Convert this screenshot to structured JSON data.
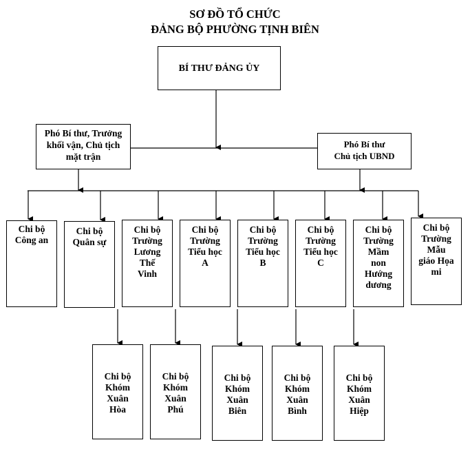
{
  "header": {
    "line1": "SƠ ĐỒ TỔ CHỨC",
    "line2": "ĐẢNG BỘ PHƯỜNG TỊNH BIÊN"
  },
  "nodes": {
    "secretary": "BÍ THƯ ĐẢNG ỦY",
    "deputy_left": "Phó Bí thư, Trưởng\nkhối vận, Chủ tịch\nmặt trận",
    "deputy_right": "Phó Bí thư\nChủ tịch UBND",
    "branches": [
      "Chi bộ\nCông an",
      "Chi bộ\nQuân sự",
      "Chi bộ\nTrường\nLương\nThế\nVinh",
      "Chi bộ\nTrường\nTiểu học\nA",
      "Chi bộ\nTrường\nTiểu học\nB",
      "Chi bộ\nTrường\nTiểu học\nC",
      "Chi bộ\nTrường\nMầm\nnon\nHướng\ndương",
      "Chi bộ\nTrường\nMẫu\ngiáo Họa\nmi"
    ],
    "hamlets": [
      "Chi bộ\nKhóm\nXuân\nHòa",
      "Chi bộ\nKhóm\nXuân\nPhú",
      "Chi bộ\nKhóm\nXuân\nBiên",
      "Chi bộ\nKhóm\nXuân\nBình",
      "Chi bộ\nKhóm\nXuân\nHiệp"
    ]
  }
}
